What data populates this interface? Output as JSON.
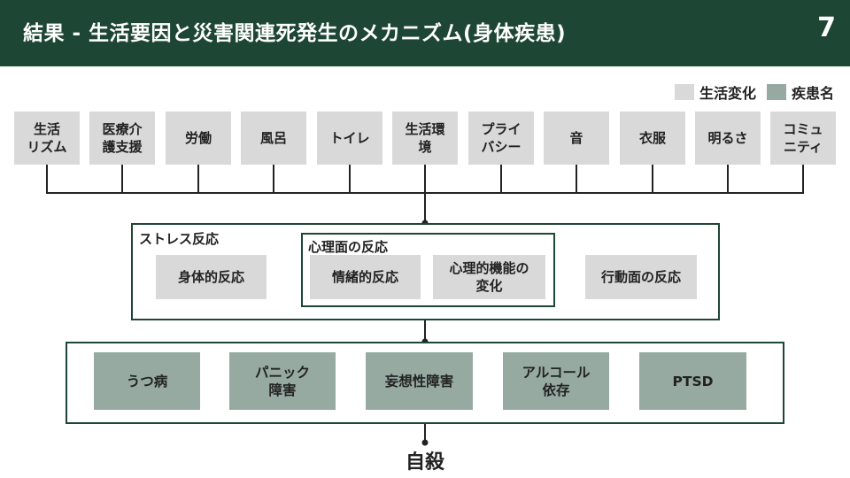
{
  "header": {
    "title": "結果 - 生活要因と災害関連死発生のメカニズム(身体疾患)",
    "page_number": "7"
  },
  "legend": [
    {
      "label": "生活変化",
      "color": "#d9d9d9"
    },
    {
      "label": "疾患名",
      "color": "#96aaa2"
    }
  ],
  "life_factors": [
    "生活\nリズム",
    "医療介\n護支援",
    "労働",
    "風呂",
    "トイレ",
    "生活環\n境",
    "プライ\nバシー",
    "音",
    "衣服",
    "明るさ",
    "コミュ\nニティ"
  ],
  "stress_reaction": {
    "title": "ストレス反応",
    "physical": "身体的反応",
    "psych_title": "心理面の反応",
    "emotional": "情緒的反応",
    "cognitive": "心理的機能の\n変化",
    "behavioral": "行動面の反応"
  },
  "diseases": [
    "うつ病",
    "パニック\n障害",
    "妄想性障害",
    "アルコール\n依存",
    "PTSD"
  ],
  "outcome": "自殺",
  "colors": {
    "header": "#1e4634",
    "frame": "#1e4634",
    "life_change": "#d9d9d9",
    "disease": "#96aaa2"
  }
}
